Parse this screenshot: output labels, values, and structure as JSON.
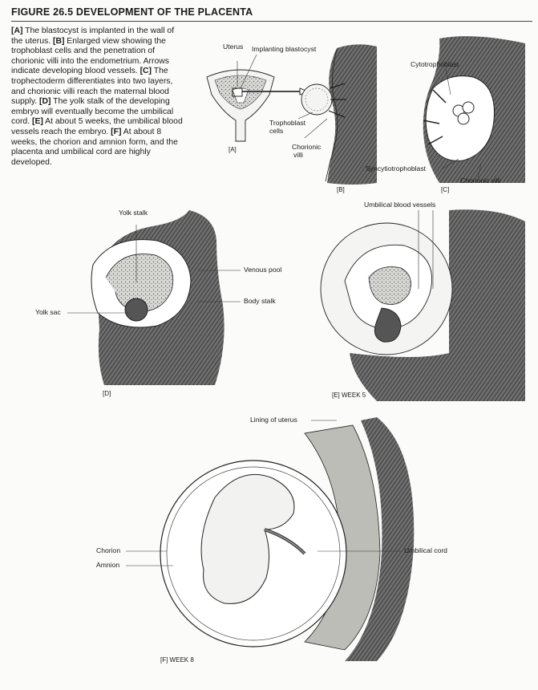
{
  "figure": {
    "title": "FIGURE 26.5  DEVELOPMENT OF THE PLACENTA",
    "caption": [
      {
        "tag": "[A]",
        "text": " The blastocyst is implanted in the wall of the uterus. "
      },
      {
        "tag": "[B]",
        "text": " Enlarged view showing the trophoblast cells and the penetration of chorionic villi into the endometrium. Arrows indicate developing blood vessels. "
      },
      {
        "tag": "[C]",
        "text": " The trophectoderm differentiates into two layers, and chorionic villi reach the maternal blood supply. "
      },
      {
        "tag": "[D]",
        "text": " The yolk stalk of the developing embryo will eventually become the umbilical cord. "
      },
      {
        "tag": "[E]",
        "text": " At about 5 weeks, the umbilical blood vessels reach the embryo. "
      },
      {
        "tag": "[F]",
        "text": " At about 8 weeks, the chorion and amnion form, and the placenta and umbilical cord are highly developed."
      }
    ]
  },
  "panel_a": {
    "tag": "[A]",
    "labels": {
      "uterus": "Uterus",
      "implanting": "Implanting blastocyst"
    }
  },
  "panel_b": {
    "tag": "[B]",
    "labels": {
      "trophoblast": "Trophoblast",
      "trophoblast2": "cells",
      "chorionic": "Chorionic",
      "chorionic2": "villi"
    }
  },
  "panel_c": {
    "tag": "[C]",
    "labels": {
      "cyto": "Cytotrophoblast",
      "syncytio": "Syncytiotrophoblast",
      "villi": "Chorionic villi"
    }
  },
  "panel_d": {
    "tag": "[D]",
    "labels": {
      "yolk_stalk": "Yolk stalk",
      "venous": "Venous pool",
      "body_stalk": "Body stalk",
      "yolk_sac": "Yolk sac"
    }
  },
  "panel_e": {
    "tag": "[E]   WEEK 5",
    "labels": {
      "umbilical_vessels": "Umbilical blood vessels"
    }
  },
  "panel_f": {
    "tag": "[F]   WEEK 8",
    "labels": {
      "lining": "Lining of uterus",
      "chorion": "Chorion",
      "amnion": "Amnion",
      "cord": "Umbilical cord"
    }
  }
}
